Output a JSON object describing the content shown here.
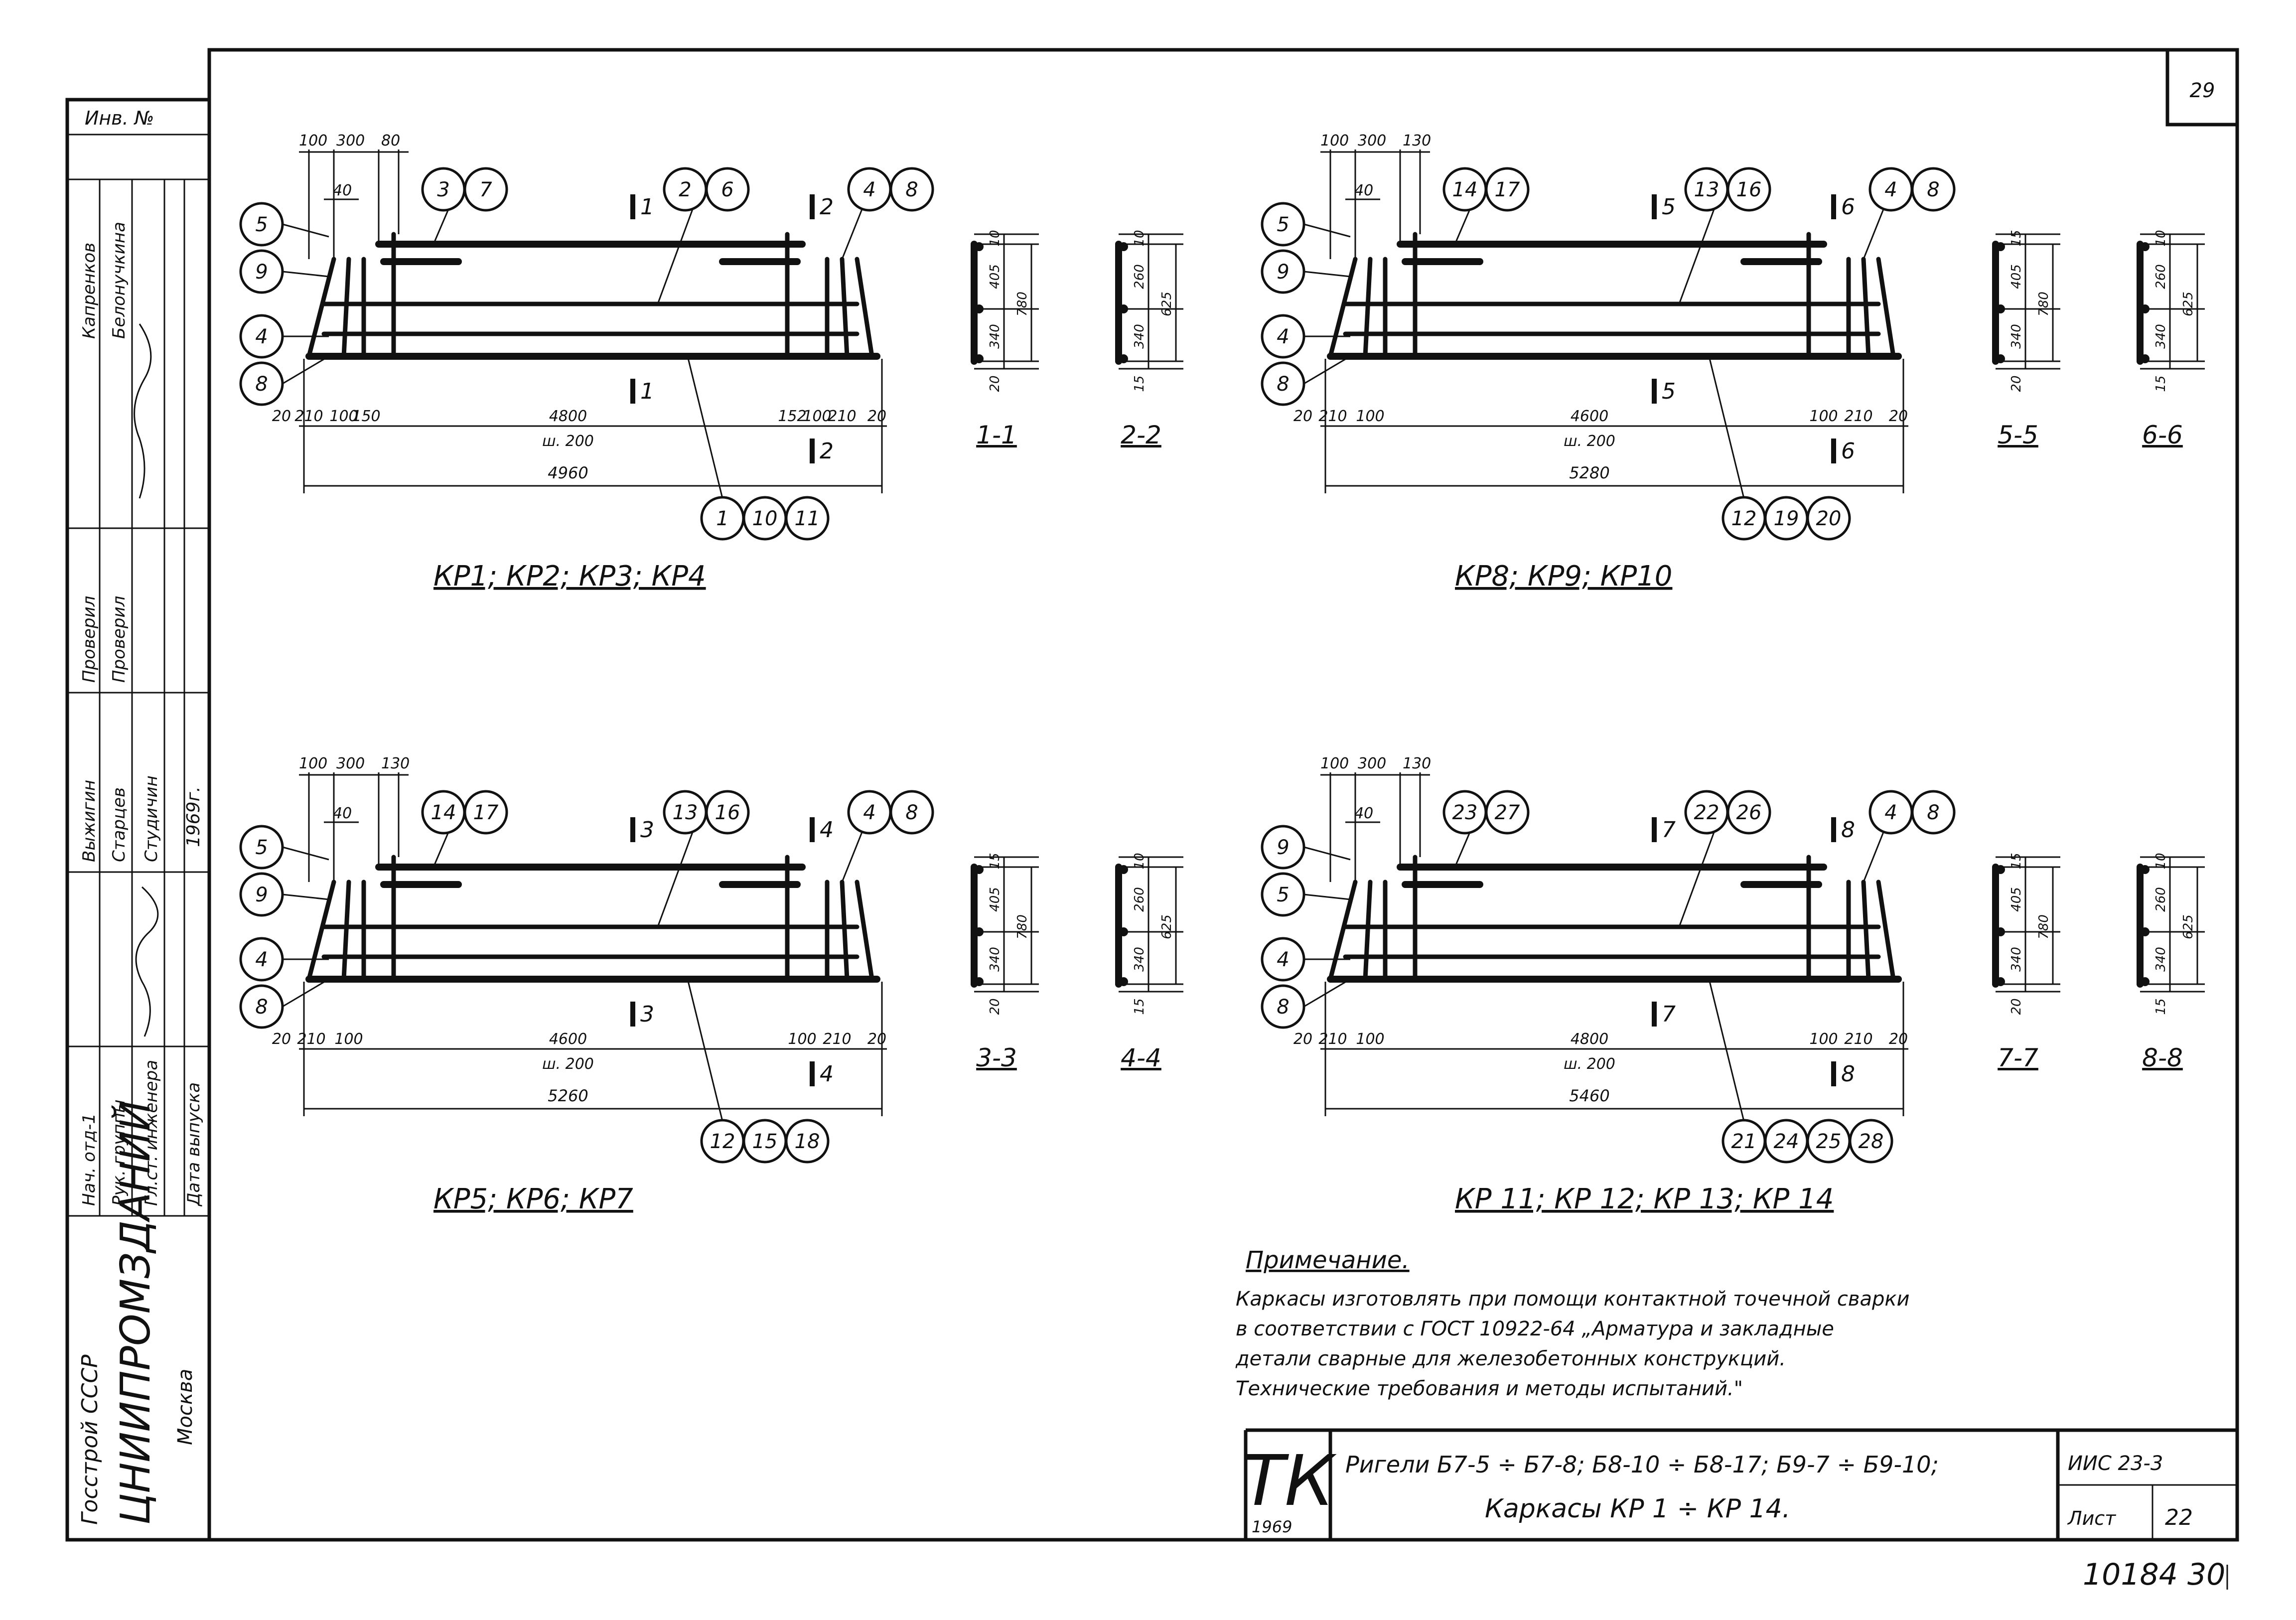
{
  "sheet": {
    "sheet_number_top": "29",
    "side_inv": "Инв. №",
    "roles": [
      "Нач. отд-1",
      "Рук. группы",
      "Гл.ст. инженера",
      "Дата выпуска"
    ],
    "people": [
      "Выжигин",
      "Проверил",
      "Проверил",
      "Капренков"
    ],
    "people2": [
      "Старцев",
      "Студичин",
      "Белонучкина"
    ],
    "year_side": "1969г.",
    "org1": "Госстрой СССР",
    "org2": "ЦНИИПРОМЗДАНИЙ",
    "org3": "Москва"
  },
  "panels": [
    {
      "title": "КР1; КР2; КР3; КР4",
      "top_dims": [
        "100",
        "300",
        "80",
        "40"
      ],
      "bottom_dims": [
        "20",
        "210",
        "100",
        "150",
        "4800",
        "ш. 200",
        "152",
        "100",
        "210",
        "20"
      ],
      "total": "4960",
      "left_callouts": [
        "5",
        "9",
        "4",
        "8"
      ],
      "top_callouts": [
        "3",
        "7",
        "2",
        "6",
        "4",
        "8"
      ],
      "bottom_callouts": [
        "1",
        "10",
        "11"
      ],
      "sections": [
        "1",
        "2"
      ],
      "sec_labels": [
        "1-1",
        "2-2"
      ],
      "sec_dims_a": [
        "10",
        "405",
        "340",
        "20",
        "780"
      ],
      "sec_dims_b": [
        "10",
        "260",
        "340",
        "15",
        "625"
      ]
    },
    {
      "title": "КР8; КР9; КР10",
      "top_dims": [
        "100",
        "300",
        "130",
        "40"
      ],
      "bottom_dims": [
        "20",
        "210",
        "100",
        "4600",
        "ш. 200",
        "100",
        "210",
        "20"
      ],
      "total": "5280",
      "left_callouts": [
        "5",
        "9",
        "4",
        "8"
      ],
      "top_callouts": [
        "14",
        "17",
        "13",
        "16",
        "4",
        "8"
      ],
      "bottom_callouts": [
        "12",
        "19",
        "20"
      ],
      "sections": [
        "5",
        "6"
      ],
      "sec_labels": [
        "5-5",
        "6-6"
      ],
      "sec_dims_a": [
        "15",
        "405",
        "340",
        "20",
        "780"
      ],
      "sec_dims_b": [
        "10",
        "260",
        "340",
        "15",
        "625"
      ]
    },
    {
      "title": "КР5; КР6; КР7",
      "top_dims": [
        "100",
        "300",
        "130",
        "40"
      ],
      "bottom_dims": [
        "20",
        "210",
        "100",
        "4600",
        "ш. 200",
        "100",
        "210",
        "20"
      ],
      "total": "5260",
      "left_callouts": [
        "5",
        "9",
        "4",
        "8"
      ],
      "top_callouts": [
        "14",
        "17",
        "13",
        "16",
        "4",
        "8"
      ],
      "bottom_callouts": [
        "12",
        "15",
        "18"
      ],
      "sections": [
        "3",
        "4"
      ],
      "sec_labels": [
        "3-3",
        "4-4"
      ],
      "sec_dims_a": [
        "15",
        "405",
        "340",
        "20",
        "780"
      ],
      "sec_dims_b": [
        "10",
        "260",
        "340",
        "15",
        "625"
      ]
    },
    {
      "title": "КР 11; КР 12; КР 13; КР 14",
      "top_dims": [
        "100",
        "300",
        "130",
        "40"
      ],
      "bottom_dims": [
        "20",
        "210",
        "100",
        "4800",
        "ш. 200",
        "100",
        "210",
        "20"
      ],
      "total": "5460",
      "left_callouts": [
        "9",
        "5",
        "4",
        "8"
      ],
      "top_callouts": [
        "23",
        "27",
        "22",
        "26",
        "4",
        "8"
      ],
      "bottom_callouts": [
        "21",
        "24",
        "25",
        "28"
      ],
      "sections": [
        "7",
        "8"
      ],
      "sec_labels": [
        "7-7",
        "8-8"
      ],
      "sec_dims_a": [
        "15",
        "405",
        "340",
        "20",
        "780"
      ],
      "sec_dims_b": [
        "10",
        "260",
        "340",
        "15",
        "625"
      ]
    }
  ],
  "note": {
    "heading": "Примечание.",
    "lines": [
      "Каркасы изготовлять при помощи контактной точечной сварки",
      "в соответствии с ГОСТ 10922-64 „Арматура и закладные",
      "детали сварные для железобетонных конструкций.",
      "Технические требования и методы испытаний.\""
    ]
  },
  "stamp": {
    "tk": "ТК",
    "year": "1969",
    "line1": "Ригели Б7-5 ÷ Б7-8; Б8-10 ÷ Б8-17; Б9-7 ÷ Б9-10;",
    "line2": "Каркасы  КР 1 ÷ КР 14.",
    "code": "ИИС 23-3",
    "list_label": "Лист",
    "list_no": "22",
    "archive": "10184 30"
  }
}
